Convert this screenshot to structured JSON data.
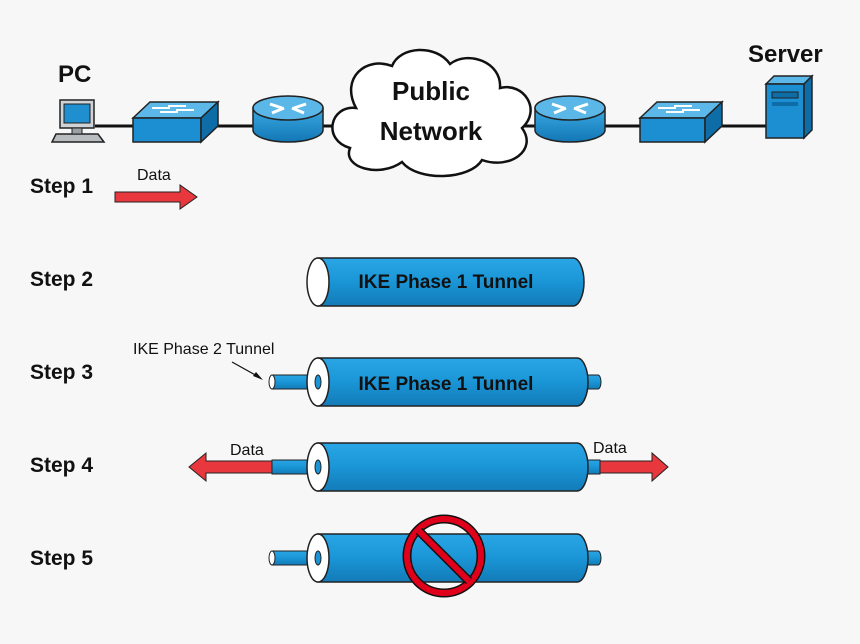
{
  "labels": {
    "pc": "PC",
    "server": "Server",
    "cloud_line1": "Public",
    "cloud_line2": "Network"
  },
  "steps": [
    {
      "label": "Step 1"
    },
    {
      "label": "Step 2"
    },
    {
      "label": "Step 3"
    },
    {
      "label": "Step 4"
    },
    {
      "label": "Step 5"
    }
  ],
  "annotations": {
    "data": "Data",
    "phase1_tunnel": "IKE Phase 1 Tunnel",
    "phase2_tunnel": "IKE Phase 2 Tunnel"
  },
  "colors": {
    "tunnel": "#1a95d6",
    "tunnel_dark": "#0d6fa8",
    "arrow": "#e8383d",
    "prohibit": "#e0001b",
    "device": "#1b8fd2"
  }
}
